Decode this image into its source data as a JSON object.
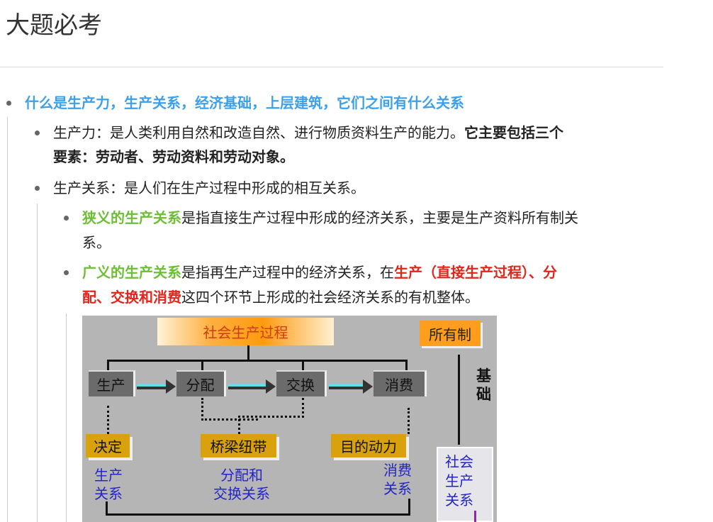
{
  "page_title": "大题必考",
  "q1": "什么是生产力，生产关系，经济基础，上层建筑，它们之间有什么关系",
  "productivity": {
    "label": "生产力：是人类利用自然和改造自然、进行物质资料生产的能力。",
    "bold1": "它主要包括三个",
    "bold2": "要素：劳动者、劳动资料和劳动对象。"
  },
  "relations": {
    "label": "生产关系：是人们在生产过程中形成的相互关系。"
  },
  "narrow": {
    "term": "狭义的生产关系",
    "text1": "是指直接生产过程中形成的经济关系，主要是生产资料所有制关",
    "text2": "系。"
  },
  "broad": {
    "term": "广义的生产关系",
    "text1": "是指再生产过程中的经济关系，在",
    "red1": "生产（直接生产过程）、分",
    "red2": "配、交换和消费",
    "text2": "这四个环节上形成的社会经济关系的有机整体。"
  },
  "diagram": {
    "title": "社会生产过程",
    "ownership": "所有制",
    "basis": "基础",
    "stages": [
      "生产",
      "分配",
      "交换",
      "消费"
    ],
    "roles": [
      "决定",
      "桥梁纽带",
      "目的动力"
    ],
    "rel_production": [
      "生产",
      "关系"
    ],
    "rel_distribution": [
      "分配和",
      "交换关系"
    ],
    "rel_consumption": [
      "消费",
      "关系"
    ],
    "social_relations": [
      "社会",
      "生产",
      "关系"
    ]
  }
}
